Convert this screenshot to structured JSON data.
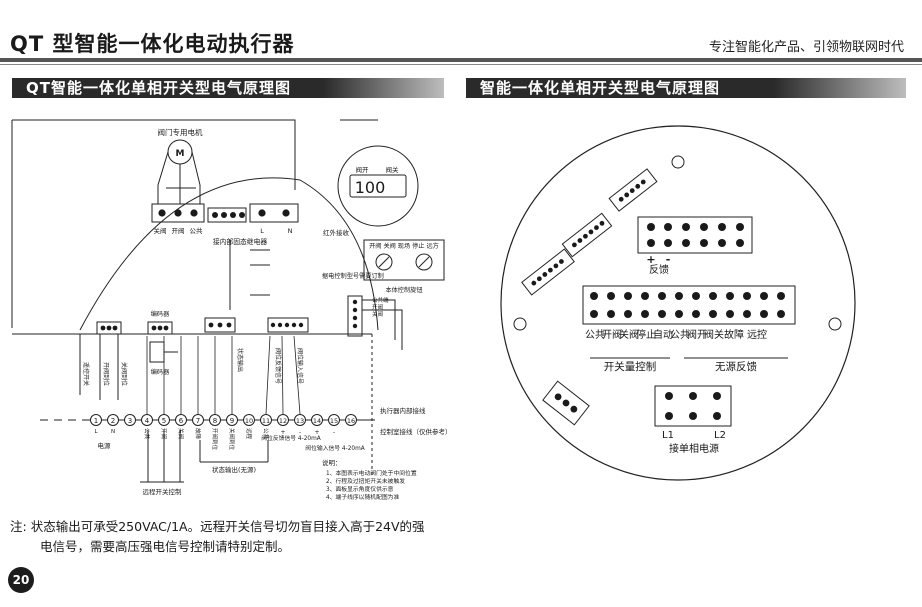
{
  "header": {
    "title": "QT 型智能一体化电动执行器",
    "slogan": "专注智能化产品、引领物联网时代"
  },
  "left_section": {
    "heading": "QT智能一体化单相开关型电气原理图",
    "motor_title": "阀门专用电机",
    "motor_symbol": "M",
    "motor_wires": [
      "关阀",
      "开阀",
      "公共"
    ],
    "supply_labels": [
      "L",
      "N"
    ],
    "internal_relay": "接内部固态继电器",
    "red_ir": "红外接收",
    "display_digits": "100",
    "display_labels": [
      "阀开",
      "阀关"
    ],
    "local_panel": "开阀 关阀 现场 停止 远方",
    "knob_caption": "本体控制旋钮",
    "remote_option": "据电控制型号需要订制",
    "encoder": "编码器",
    "encoder2": "编码器",
    "side_labels": [
      "公共端",
      "开阀",
      "关阀"
    ],
    "vertical_labels": [
      "遥控开关",
      "开阀到位",
      "关阀到位",
      "状态输出",
      "阀位反馈信号",
      "阀位输入信号"
    ],
    "terminals": [
      "1",
      "2",
      "3",
      "4",
      "5",
      "6",
      "7",
      "8",
      "9",
      "10",
      "11",
      "12",
      "13",
      "14",
      "15",
      "16"
    ],
    "terminal_signals": [
      "L",
      "N",
      "公共",
      "开阀",
      "关阀",
      "故障",
      "开阀到位",
      "关阀到位",
      "远程",
      "公共",
      "+",
      "-",
      "+",
      "-"
    ],
    "power_label": "电源",
    "remote_switch": "远程开关控制",
    "status_output": "状态输出(无源)",
    "feedback_signal": "阀位反馈信号 4-20mA",
    "input_signal": "阀位输入信号 4-20mA",
    "internal_wiring": "执行器内部接线",
    "control_wiring": "控制室接线（仅供参考）",
    "notes_title": "说明：",
    "notes": [
      "1、本图表示电动阀门处于中间位置",
      "2、行程及过扭矩开关未被触发",
      "3、面板显示角度仅供示意",
      "4、端子线序以随机配图为准"
    ]
  },
  "right_section": {
    "heading": "智能一体化单相开关型电气原理图",
    "feedback_label": "反馈",
    "feedback_signs": [
      "+",
      "-"
    ],
    "terminal_labels": [
      "公共",
      "开阀",
      "关阀",
      "停止",
      "自动",
      "公共",
      "阀开",
      "阀关",
      "故障",
      "远控"
    ],
    "switch_control": "开关量控制",
    "passive_feedback": "无源反馈",
    "power_labels": [
      "L1",
      "L2"
    ],
    "power_caption": "接单相电源"
  },
  "footer": {
    "note_label": "注:",
    "note_line1": "状态输出可承受250VAC/1A。远程开关信号切勿盲目接入高于24V的强",
    "note_line2": "电信号，需要高压强电信号控制请特别定制。",
    "page_number": "20"
  }
}
